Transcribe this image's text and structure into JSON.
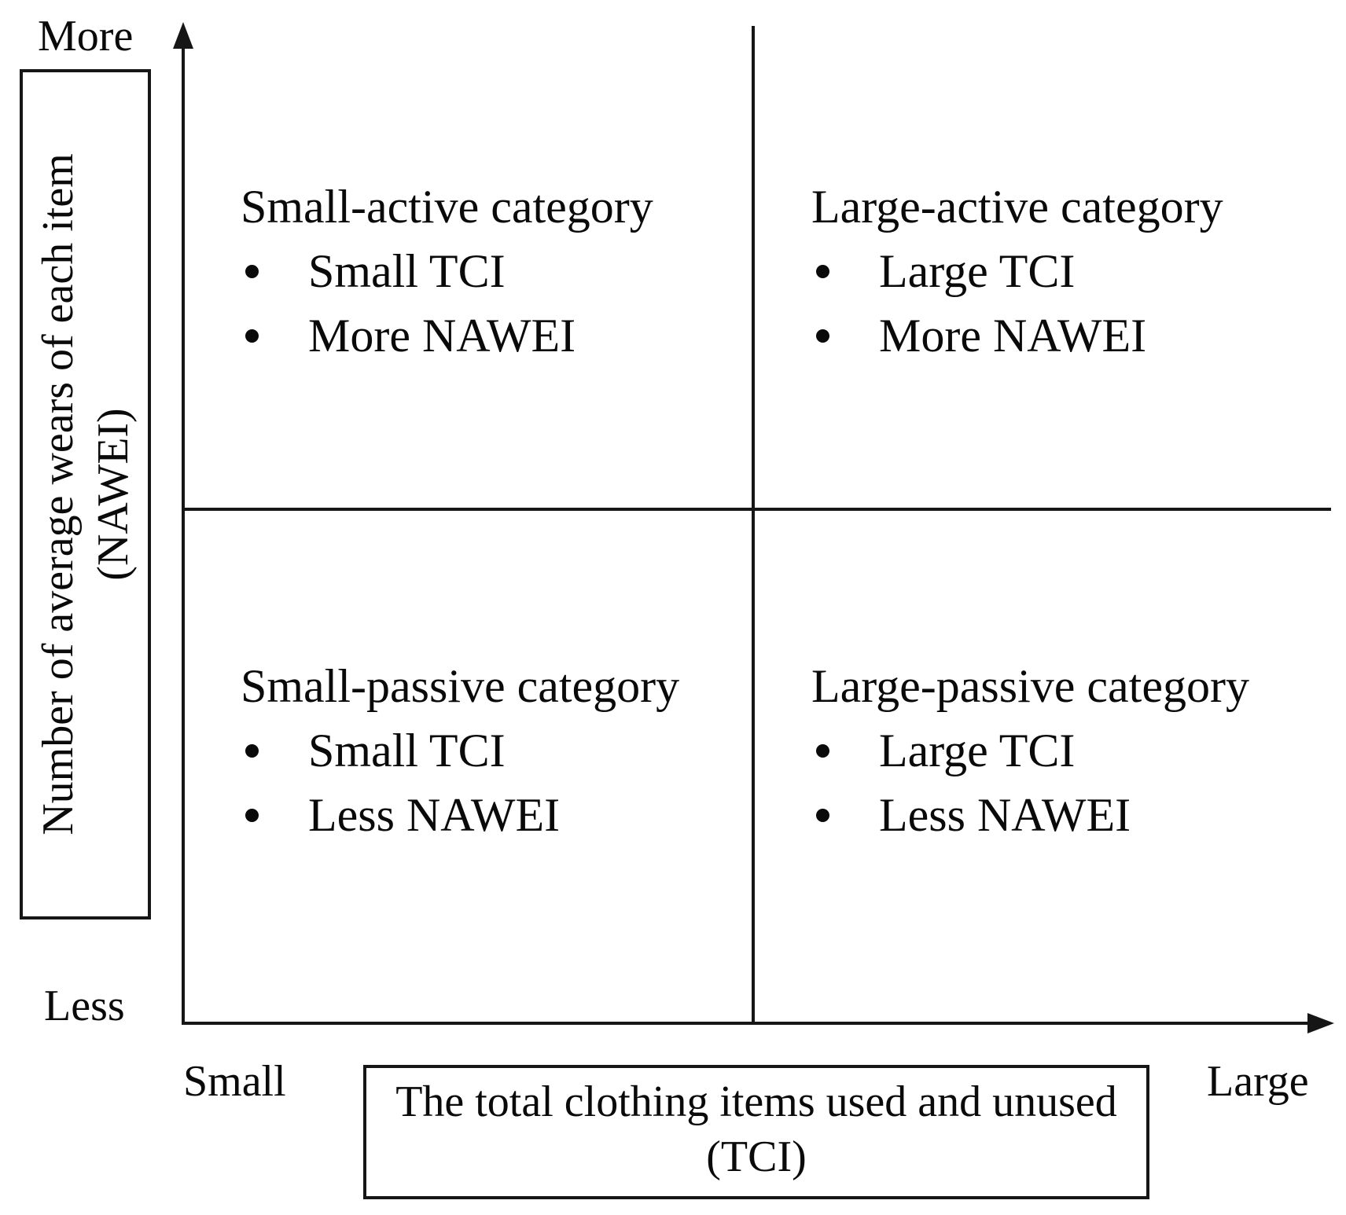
{
  "figure": {
    "background_color": "#ffffff",
    "ink_color": "#161616"
  },
  "y_axis": {
    "top_label": "More",
    "bottom_label": "Less",
    "title_line1": "Number of average wears of each item",
    "title_line2": "(NAWEI)"
  },
  "x_axis": {
    "left_label": "Small",
    "right_label": "Large",
    "title_line1": "The total clothing items used and unused",
    "title_line2": "(TCI)"
  },
  "quadrants": {
    "top_left": {
      "title": "Small-active category",
      "bullets": [
        "Small TCI",
        "More NAWEI"
      ]
    },
    "top_right": {
      "title": "Large-active category",
      "bullets": [
        "Large TCI",
        "More NAWEI"
      ]
    },
    "bottom_left": {
      "title": "Small-passive category",
      "bullets": [
        "Small TCI",
        "Less NAWEI"
      ]
    },
    "bottom_right": {
      "title": "Large-passive category",
      "bullets": [
        "Large TCI",
        "Less NAWEI"
      ]
    }
  }
}
